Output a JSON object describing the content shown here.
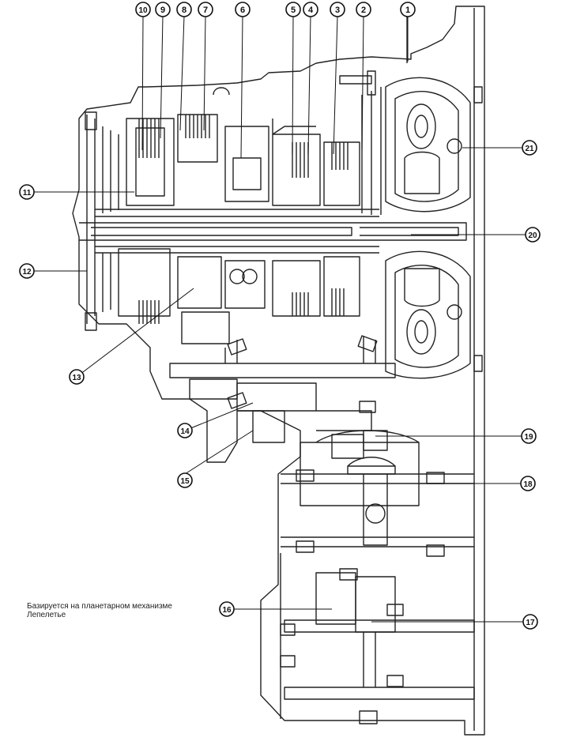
{
  "caption": {
    "line1": "Базируется на планетарном механизме",
    "line2": "Лепелетье"
  },
  "callouts": [
    {
      "label": "1"
    },
    {
      "label": "2"
    },
    {
      "label": "3"
    },
    {
      "label": "4"
    },
    {
      "label": "5"
    },
    {
      "label": "6"
    },
    {
      "label": "7"
    },
    {
      "label": "8"
    },
    {
      "label": "9"
    },
    {
      "label": "10"
    },
    {
      "label": "11"
    },
    {
      "label": "12"
    },
    {
      "label": "13"
    },
    {
      "label": "14"
    },
    {
      "label": "15"
    },
    {
      "label": "16"
    },
    {
      "label": "17"
    },
    {
      "label": "18"
    },
    {
      "label": "19"
    },
    {
      "label": "20"
    },
    {
      "label": "21"
    }
  ]
}
